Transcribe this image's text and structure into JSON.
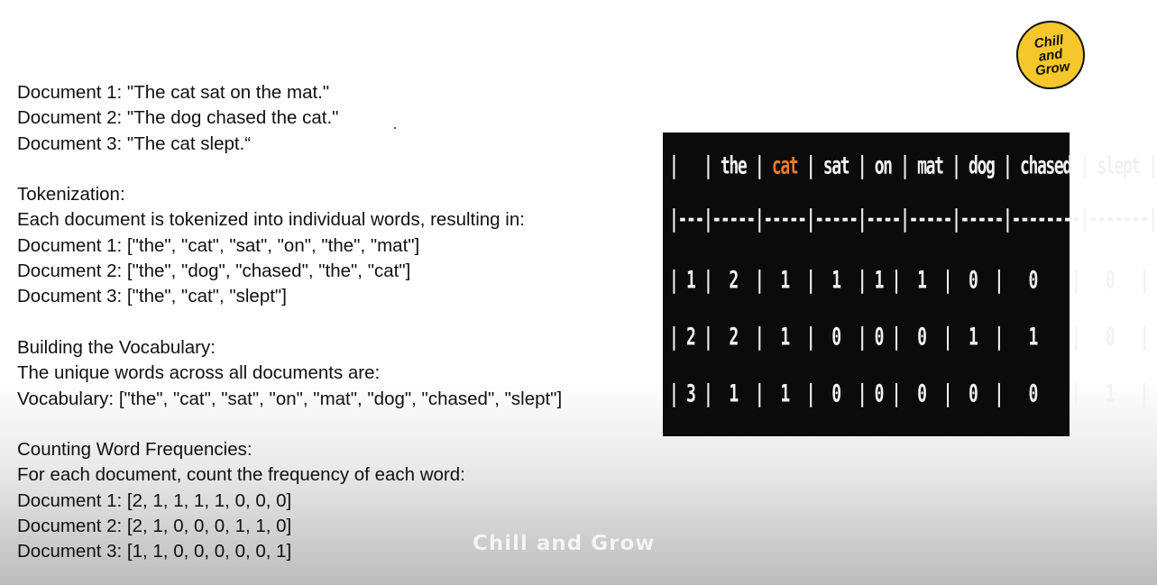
{
  "text_lines": [
    "Document 1: \"The cat sat on the mat.\"",
    "Document 2: \"The dog chased the cat.\"",
    "Document 3: \"The cat slept.“",
    "",
    "Tokenization:",
    "Each document is tokenized into individual words, resulting in:",
    "Document 1: [\"the\", \"cat\", \"sat\", \"on\", \"the\", \"mat\"]",
    "Document 2: [\"the\", \"dog\", \"chased\", \"the\", \"cat\"]",
    "Document 3: [\"the\", \"cat\", \"slept\"]",
    "",
    "Building the Vocabulary:",
    "The unique words across all documents are:",
    "Vocabulary: [\"the\", \"cat\", \"sat\", \"on\", \"mat\", \"dog\", \"chased\", \"slept\"]",
    "",
    "Counting Word Frequencies:",
    "For each document, count the frequency of each word:",
    "Document 1: [2, 1, 1, 1, 1, 0, 0, 0]",
    "Document 2: [2, 1, 0, 0, 0, 1, 1, 0]",
    "Document 3: [1, 1, 0, 0, 0, 0, 0, 1]"
  ],
  "logo": {
    "line1": "Chill",
    "line2": "and",
    "line3": "Grow",
    "color": "#f6c72a"
  },
  "terminal": {
    "header_pre": "|   | the | ",
    "header_highlight": "cat",
    "header_post": " | sat | on | mat | dog | chased | slept |",
    "separator": "|---|-----|-----|-----|----|-----|-----|--------|-------|",
    "rows": [
      "| 1 |  2  |  1  |  1  | 1 |  1  |  0  |   0    |   0   |",
      "| 2 |  2  |  1  |  0  | 0 |  0  |  1  |   1    |   0   |",
      "| 3 |  1  |  1  |  0  | 0 |  0  |  0  |   0    |   1   |"
    ],
    "highlight_color": "#e87b2c"
  },
  "watermark": "Chill and Grow"
}
